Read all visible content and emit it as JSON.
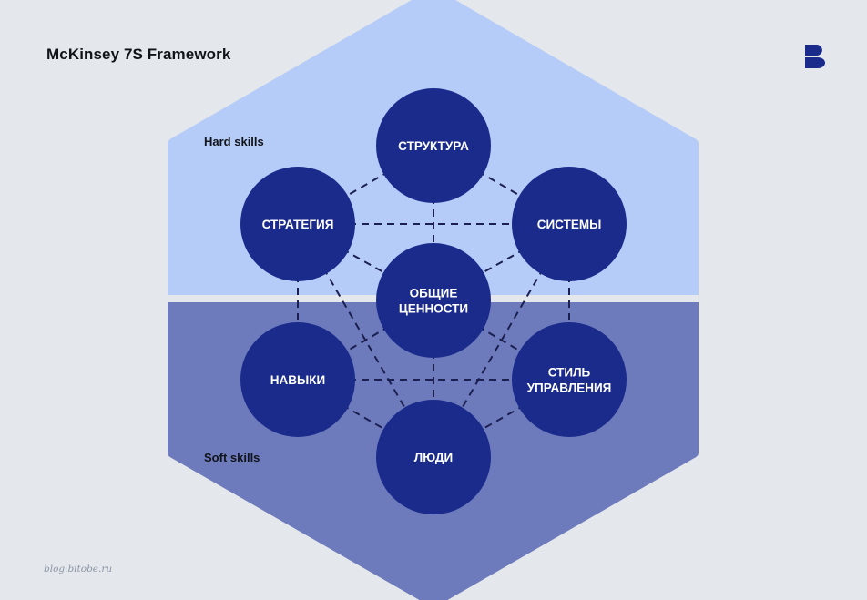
{
  "header": {
    "title": "McKinsey 7S Framework",
    "logo_icon": "bitobe-b-logo-icon"
  },
  "footer": {
    "source": "blog.bitobe.ru"
  },
  "regions": {
    "hard": {
      "label": "Hard skills",
      "color": "#b5cbf8"
    },
    "soft": {
      "label": "Soft skills",
      "color": "#6d7bbc"
    }
  },
  "colors": {
    "background": "#e4e7eb",
    "node": "#1a2b8c",
    "connector": "#1b2050",
    "logo": "#1a2b8c"
  },
  "nodes": [
    {
      "id": "structure",
      "lines": [
        "СТРУКТУРА"
      ],
      "group": "hard"
    },
    {
      "id": "strategy",
      "lines": [
        "СТРАТЕГИЯ"
      ],
      "group": "hard"
    },
    {
      "id": "systems",
      "lines": [
        "СИСТЕМЫ"
      ],
      "group": "hard"
    },
    {
      "id": "shared_values",
      "lines": [
        "ОБЩИЕ",
        "ЦЕННОСТИ"
      ],
      "group": "center"
    },
    {
      "id": "skills",
      "lines": [
        "НАВЫКИ"
      ],
      "group": "soft"
    },
    {
      "id": "style",
      "lines": [
        "СТИЛЬ",
        "УПРАВЛЕНИЯ"
      ],
      "group": "soft"
    },
    {
      "id": "staff",
      "lines": [
        "ЛЮДИ"
      ],
      "group": "soft"
    }
  ],
  "edges": [
    [
      "structure",
      "strategy"
    ],
    [
      "structure",
      "systems"
    ],
    [
      "structure",
      "shared_values"
    ],
    [
      "strategy",
      "systems"
    ],
    [
      "strategy",
      "shared_values"
    ],
    [
      "strategy",
      "skills"
    ],
    [
      "strategy",
      "staff"
    ],
    [
      "systems",
      "shared_values"
    ],
    [
      "systems",
      "style"
    ],
    [
      "systems",
      "staff"
    ],
    [
      "shared_values",
      "skills"
    ],
    [
      "shared_values",
      "style"
    ],
    [
      "shared_values",
      "staff"
    ],
    [
      "skills",
      "style"
    ],
    [
      "skills",
      "staff"
    ],
    [
      "style",
      "staff"
    ]
  ]
}
